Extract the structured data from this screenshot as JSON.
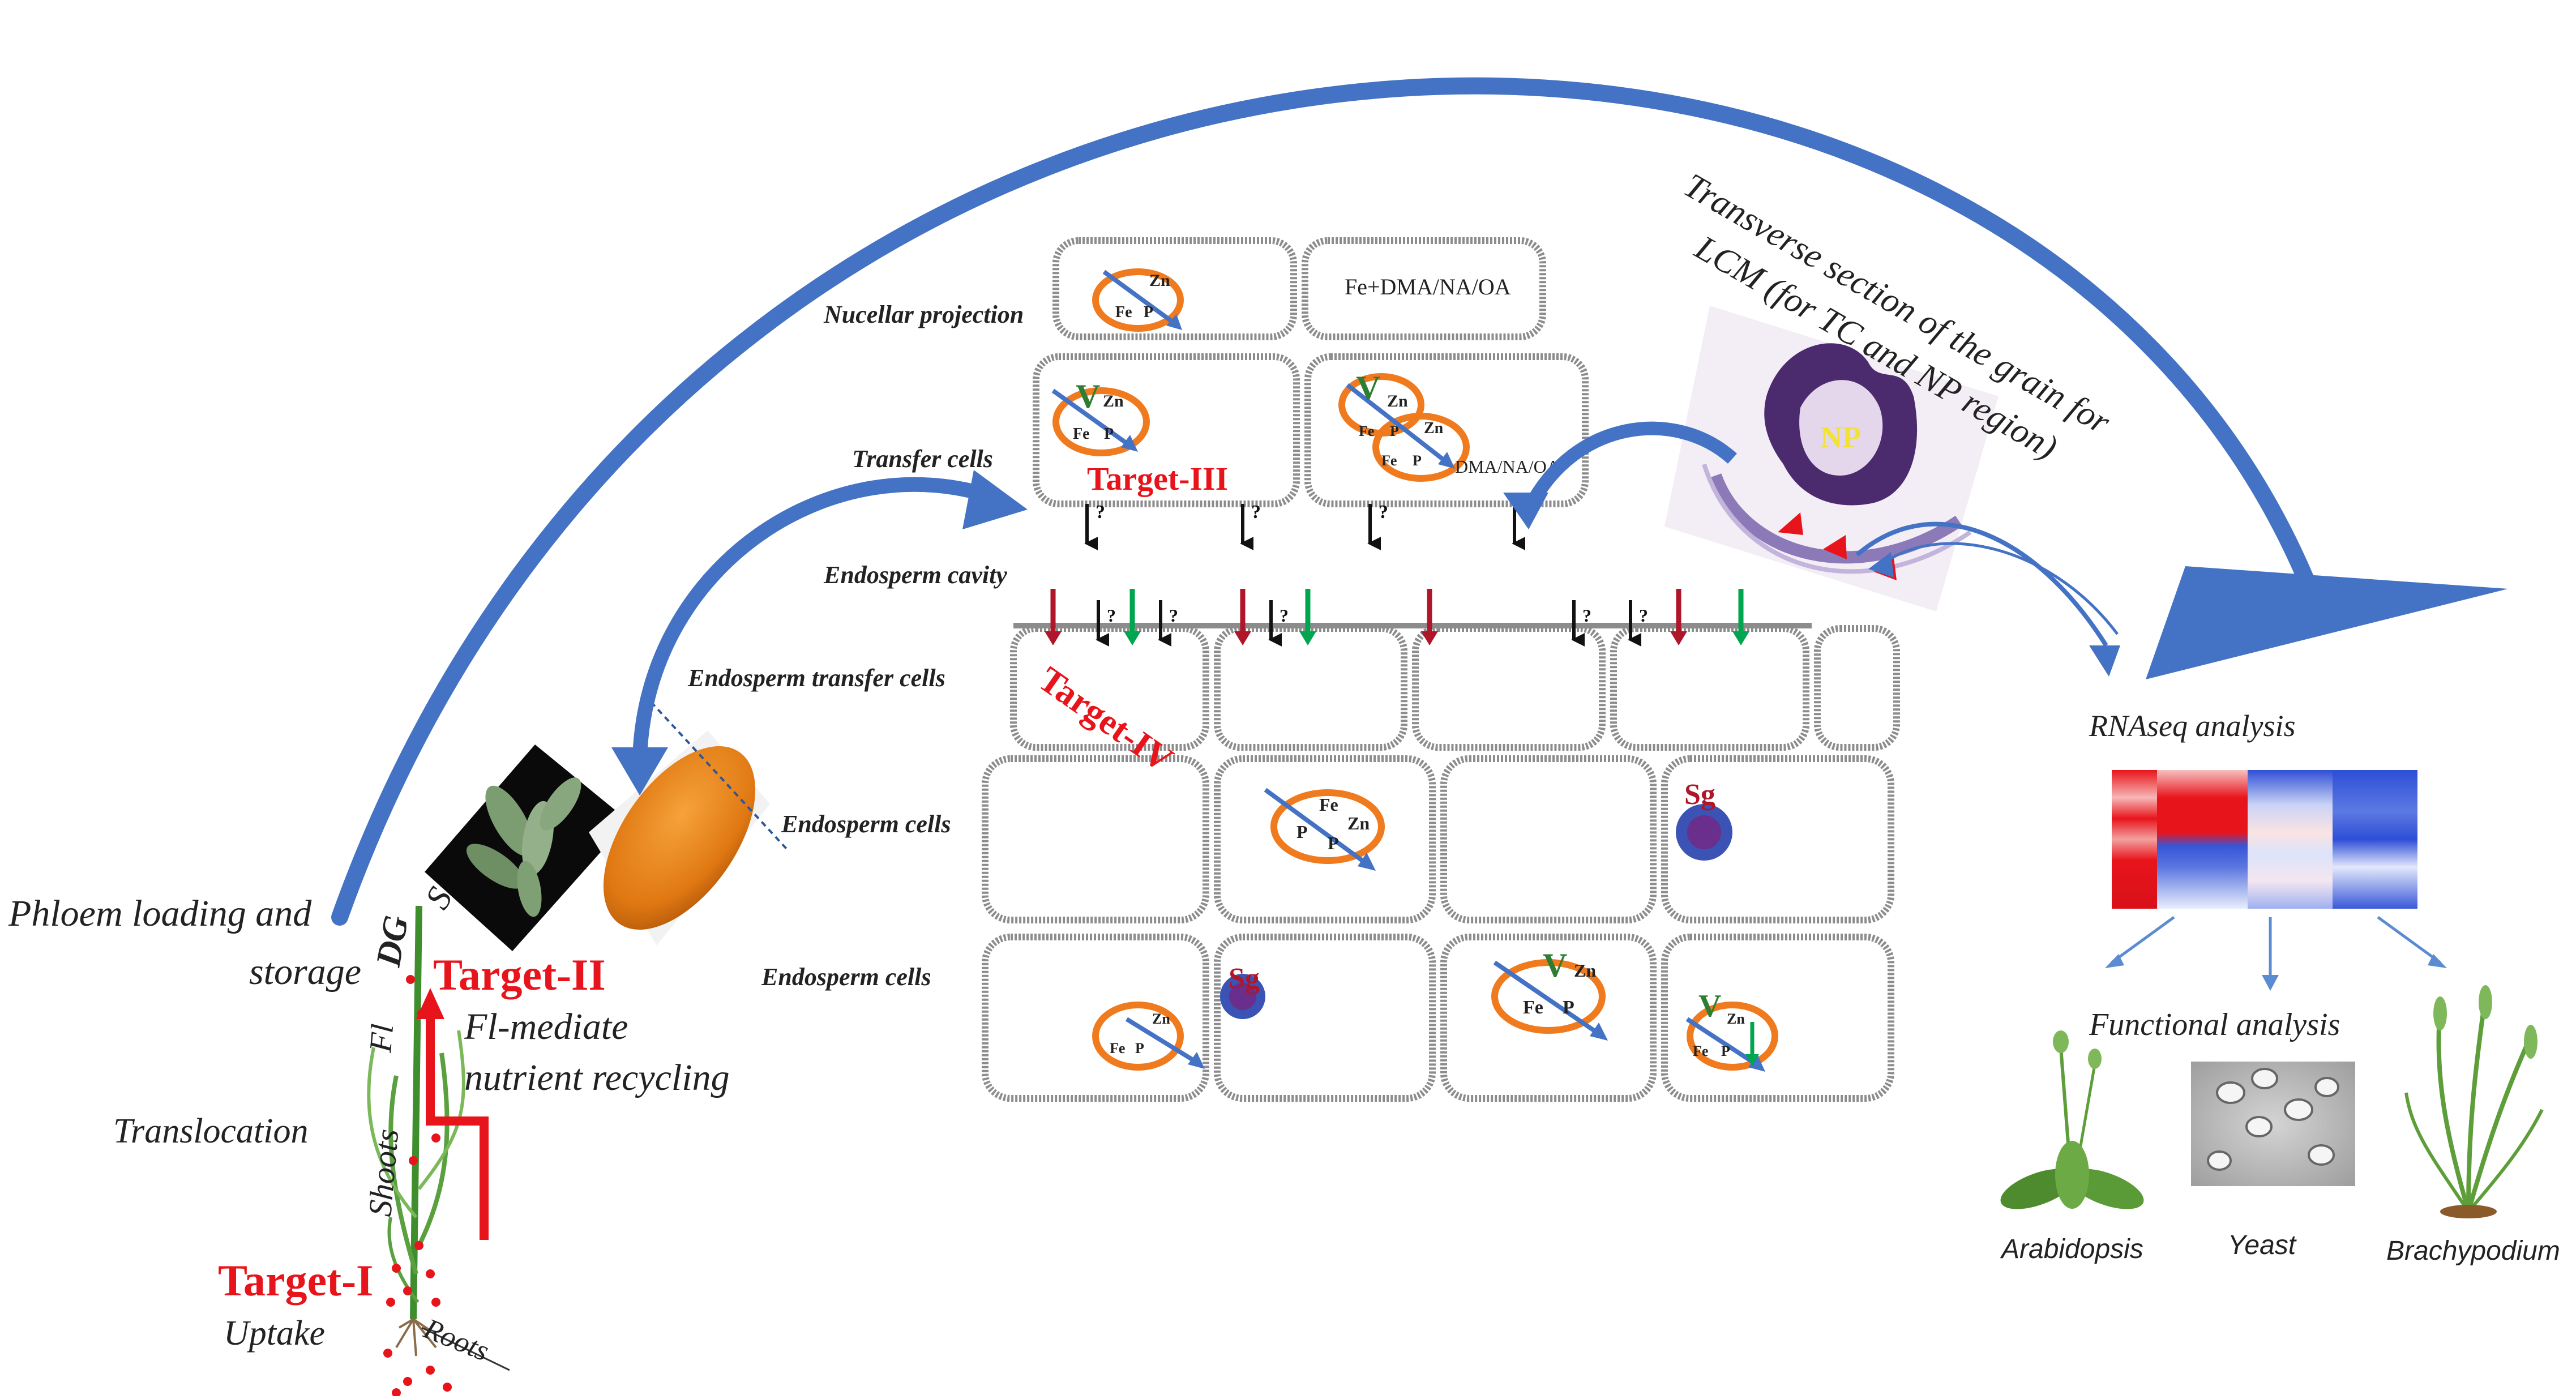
{
  "colors": {
    "blue_arrow": "#4472C4",
    "red": "#E8141B",
    "green": "#00A54F",
    "dark_green": "#2E7D32",
    "cell_border": "#8C8C8C",
    "vacuole": "#F07A1E",
    "storage_granule": "#2F3C9E",
    "sg_text": "#B0162A"
  },
  "targets": {
    "t1": "Target-I",
    "t2": "Target-II",
    "t3": "Target-III",
    "t4": "Target-IV"
  },
  "plant_labels": {
    "uptake": "Uptake",
    "translocation": "Translocation",
    "phloem_line1": "Phloem loading and",
    "phloem_line2": "storage",
    "fl_line1": "Fl-mediate",
    "fl_line2": "nutrient recycling",
    "spikelets": "Spikelets",
    "dg": "DG",
    "fl": "Fl",
    "shoots": "Shoots",
    "roots": "Roots"
  },
  "tissue_labels": {
    "nucellar": "Nucellar projection",
    "transfer": "Transfer cells",
    "cavity": "Endosperm cavity",
    "endo_transfer": "Endosperm transfer cells",
    "endo_cells_1": "Endosperm cells",
    "endo_cells_2": "Endosperm cells"
  },
  "cell_text": {
    "compound": "Fe+DMA/NA/OA",
    "compound2": "DMA/NA/OA",
    "zn": "Zn",
    "fe": "Fe",
    "p": "P",
    "v": "V",
    "sg": "Sg",
    "q": "?"
  },
  "lcm": {
    "line1": "Transverse section of the grain for",
    "line2": "LCM (for TC and NP region)",
    "np": "NP"
  },
  "analysis": {
    "rnaseq": "RNAseq  analysis",
    "functional": "Functional analysis",
    "org1": "Arabidopsis",
    "org2": "Yeast",
    "org3": "Brachypodium"
  }
}
